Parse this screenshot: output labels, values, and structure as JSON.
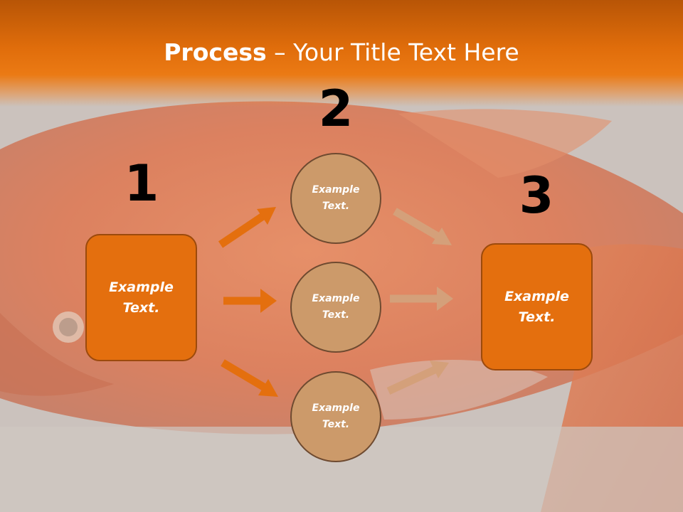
{
  "slide": {
    "title_strong": "Process",
    "title_rest": " – Your Title Text Here"
  },
  "steps": [
    {
      "number": "1",
      "text": "Example\nText."
    },
    {
      "number": "2",
      "items": [
        "Example\nText.",
        "Example\nText.",
        "Example\nText."
      ]
    },
    {
      "number": "3",
      "text": "Example\nText."
    }
  ],
  "colors": {
    "accent": "#e46f0e",
    "circle_fill": "#cc9a6a",
    "arrow_left": "#e46f0e",
    "arrow_right": "#d4a07a"
  }
}
